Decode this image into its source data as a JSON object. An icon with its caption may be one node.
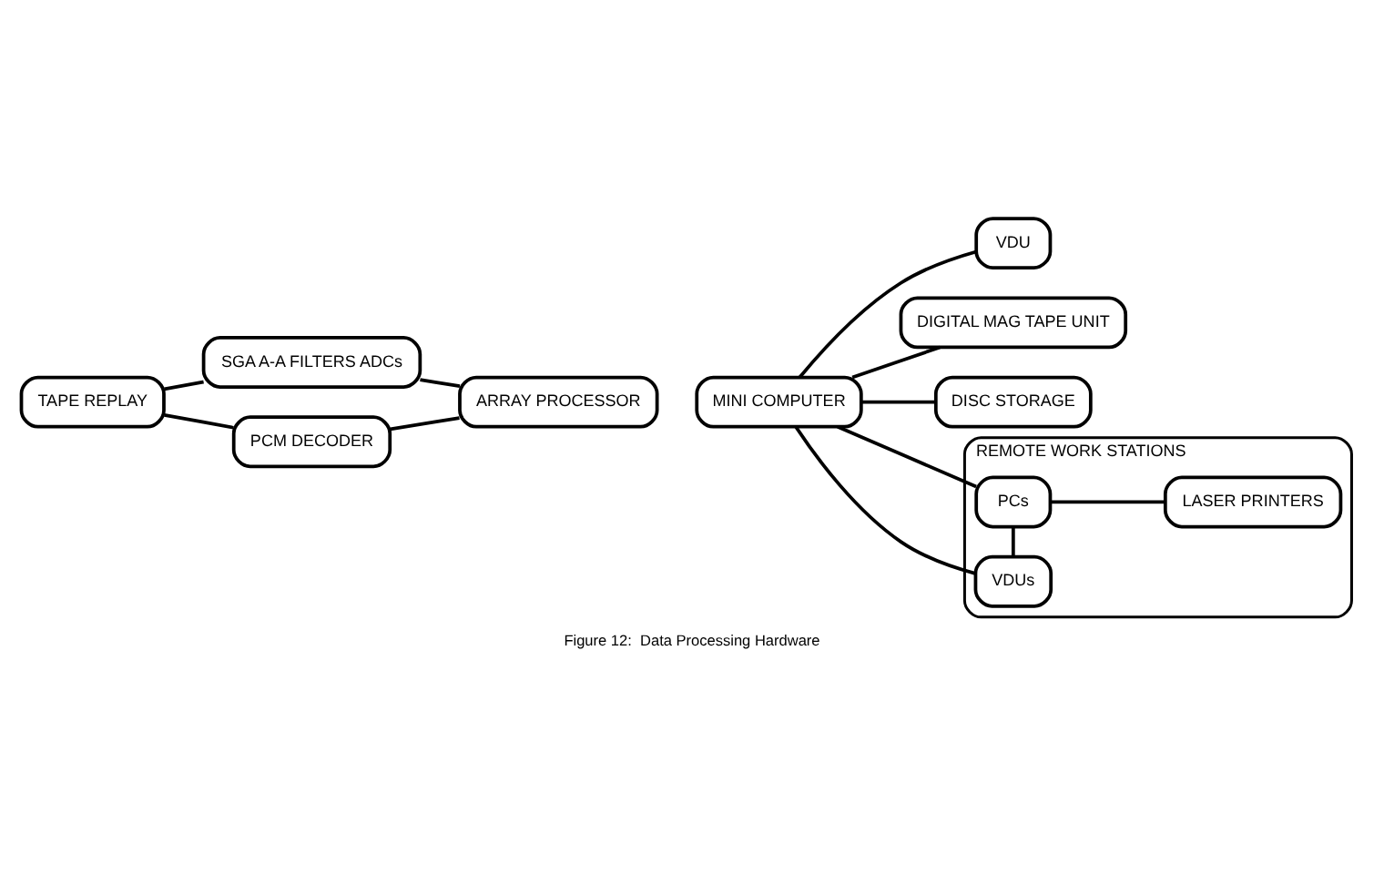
{
  "diagram": {
    "caption": "Figure 12:  Data Processing Hardware",
    "nodes": [
      {
        "text": [
          "TAPE REPLAY"
        ]
      },
      {
        "text": [
          "SGA A-A FILTERS ADCs"
        ]
      },
      {
        "text": [
          "PCM DECODER"
        ]
      },
      {
        "text": [
          "ARRAY PROCESSOR"
        ]
      },
      {
        "text": [
          "MINI COMPUTER"
        ]
      },
      {
        "text": [
          "VDU"
        ]
      },
      {
        "text": [
          "DIGITAL MAG TAPE UNIT"
        ]
      },
      {
        "text": [
          "DISC STORAGE"
        ]
      },
      {
        "text": [
          "REMOTE WORK STATIONS"
        ]
      },
      {
        "text": [
          "VDUs"
        ],
        "in": 8
      },
      {
        "text": [
          "PCs"
        ],
        "in": 8
      },
      {
        "text": [
          "LASER PRINTERS"
        ],
        "in": 8
      }
    ],
    "edges": [
      {
        "from": 0,
        "to": 1,
        "arrow": "none"
      },
      {
        "from": 0,
        "to": 2,
        "arrow": "none"
      },
      {
        "from": 1,
        "to": 3,
        "arrow": "none"
      },
      {
        "from": 2,
        "to": 3,
        "arrow": "none"
      },
      {
        "from": 4,
        "to": 5,
        "arrow": "none"
      },
      {
        "from": 4,
        "to": 6,
        "arrow": "none"
      },
      {
        "from": 4,
        "to": 7,
        "arrow": "none"
      },
      {
        "from": 4,
        "to": 9,
        "arrow": "none"
      },
      {
        "from": 4,
        "to": 10,
        "arrow": "none"
      },
      {
        "from": 9,
        "to": 10,
        "arrow": "none"
      },
      {
        "from": 10,
        "to": 11,
        "arrow": "none"
      }
    ]
  }
}
